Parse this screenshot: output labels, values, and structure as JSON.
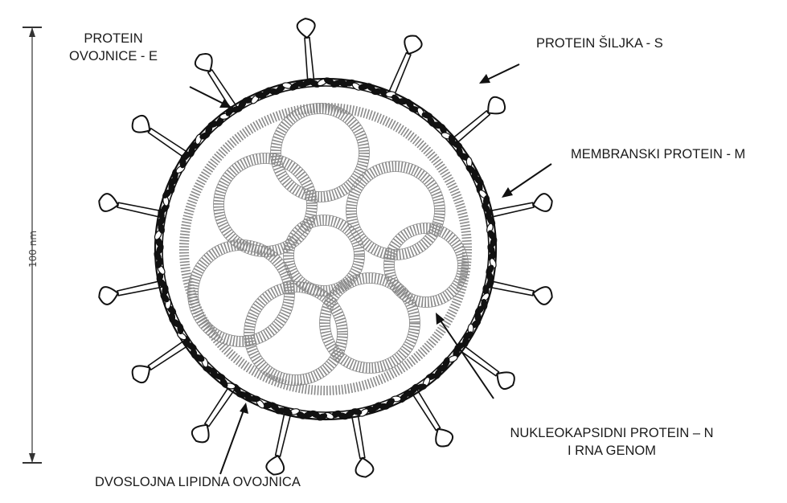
{
  "scale": {
    "label": "100 nm"
  },
  "labels": {
    "envelope_protein": {
      "line1": "PROTEIN",
      "line2": "OVOJNICE - E"
    },
    "spike_protein": "PROTEIN ŠILJKA - S",
    "membrane_protein": "MEMBRANSKI PROTEIN - M",
    "nucleocapsid": {
      "line1": "NUKLEOKAPSIDNI PROTEIN – N",
      "line2": "I RNA GENOM"
    },
    "lipid_envelope": "DVOSLOJNA LIPIDNA OVOJNICA"
  },
  "colors": {
    "ink": "#111111",
    "rna": "#8a8a8a",
    "spike_fill": "#ffffff",
    "label_text": "#1b1b1b"
  }
}
